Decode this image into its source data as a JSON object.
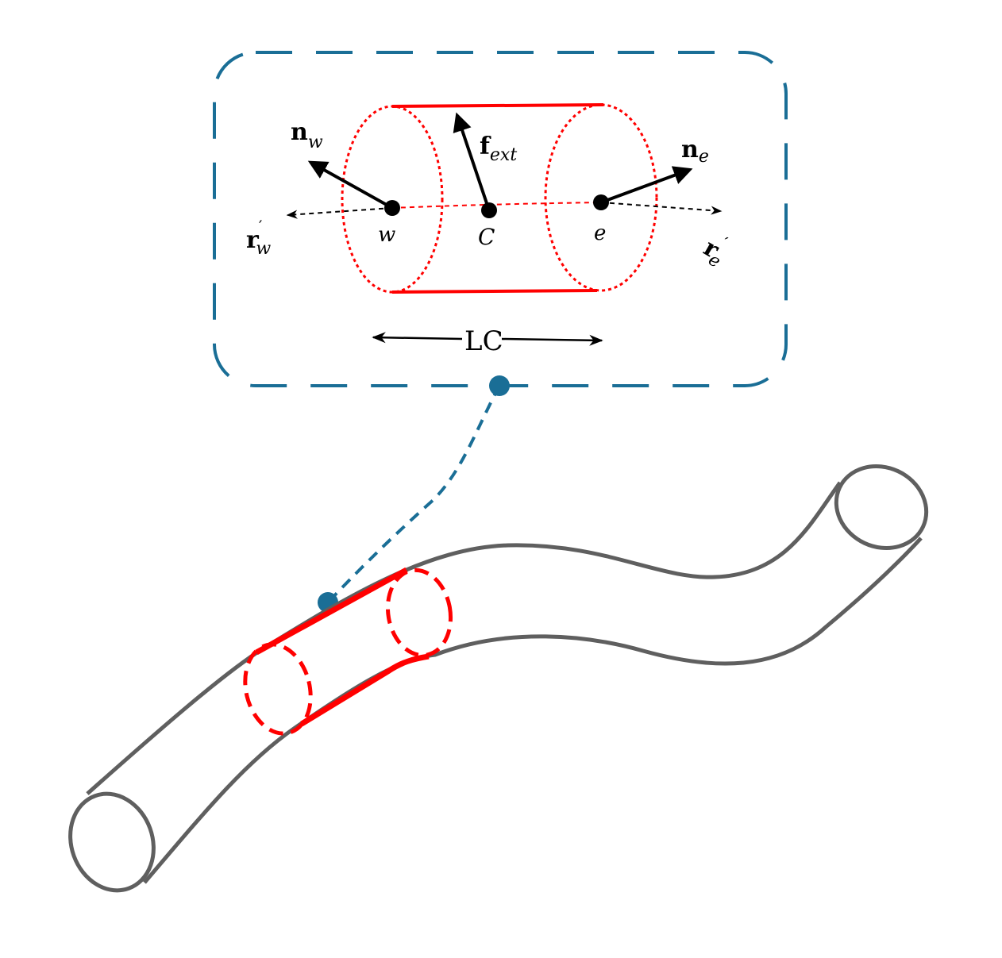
{
  "colors": {
    "inset_border": "#1a6e96",
    "connector": "#1a6e96",
    "element": "#ff0000",
    "tube": "#5f5f5f",
    "vector": "#000000"
  },
  "labels": {
    "n_w": {
      "base": "n",
      "sub": "w"
    },
    "f_ext": {
      "base": "f",
      "sub": "ext"
    },
    "n_e": {
      "base": "n",
      "sub": "e"
    },
    "r_w": {
      "base": "r",
      "prime": "′",
      "sub": "w"
    },
    "r_e": {
      "base": "r",
      "prime": "′",
      "sub": "e"
    },
    "node_w": "w",
    "node_c": "C",
    "node_e": "e",
    "length": "LC"
  }
}
